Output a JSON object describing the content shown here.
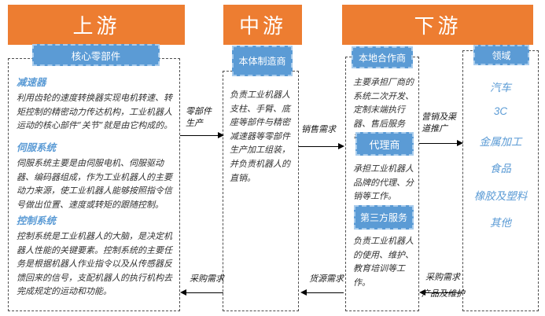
{
  "colors": {
    "stage_orange": "#ED7D31",
    "tag_blue": "#5B9BD5",
    "tag_border": "#A9CCEC",
    "heading_blue": "#5B9BD5",
    "body_text": "#333333",
    "box_dash": "#4d4d4d"
  },
  "upstream": {
    "title": "上游",
    "tag": "核心零部件",
    "sections": [
      {
        "heading": "减速器",
        "body": "利用齿轮的速度转换器实现电机转速、转矩控制的精密动力传达机构，工业机器人运动的核心部件“关节”就是由它构成的。"
      },
      {
        "heading": "伺服系统",
        "body": "伺服系统主要是由伺服电机、伺服驱动器、编码器组成，作为工业机器人的主要动力来源，使工业机器人能够按照指令信号做出位置、速度或转矩的跟随控制。"
      },
      {
        "heading": "控制系统",
        "body": "控制系统是工业机器人的大脑，是决定机器人性能的关键要素。控制系统的主要任务是根据机器人作业指令以及从传感器反馈回来的信号，支配机器人的执行机构去完成规定的运动和功能。"
      }
    ]
  },
  "midstream": {
    "title": "中游",
    "tag": "本体制造商",
    "body": "负责工业机器人支柱、手臂、底座等部件与精密减速器等零部件生产加工组装，并负责机器人的直销。"
  },
  "downstream": {
    "title": "下游",
    "partners": [
      {
        "tag": "本地合作商",
        "body": "主要承担厂商的系统二次开发、定制末端执行器、售后服务等。"
      },
      {
        "tag": "代理商",
        "body": "承担工业机器人品牌的代理、分销等工作。"
      },
      {
        "tag": "第三方服务",
        "body": "负责工业机器人的使用、维护、教育培训等工作。"
      }
    ],
    "fields": {
      "tag": "领域",
      "items": [
        "汽车",
        "3C",
        "金属加工",
        "食品",
        "橡胶及塑料",
        "其他"
      ]
    }
  },
  "flows": {
    "parts_production": "零部件生产",
    "sales_demand": "销售需求",
    "marketing": "营销及渠道推广",
    "purchase_left": "采购需求",
    "supply_demand": "货源需求",
    "purchase_right": "采购需求",
    "products_maintenance": "产品及维护"
  }
}
